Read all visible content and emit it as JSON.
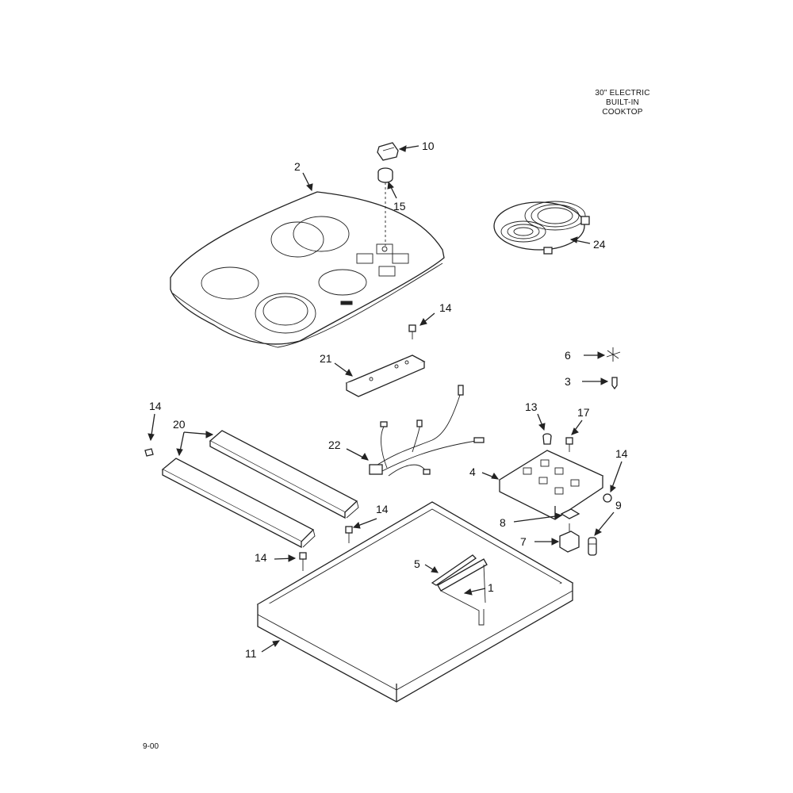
{
  "title": {
    "line1": "30\" ELECTRIC",
    "line2": "BUILT-IN",
    "line3": "COOKTOP"
  },
  "footer": {
    "code": "9-00"
  },
  "callouts": {
    "p10": "10",
    "p2": "2",
    "p15": "15",
    "p24": "24",
    "p14a": "14",
    "p21": "21",
    "p6": "6",
    "p3": "3",
    "p14b": "14",
    "p20": "20",
    "p22": "22",
    "p13": "13",
    "p17": "17",
    "p14c": "14",
    "p4": "4",
    "p14d": "14",
    "p9": "9",
    "p8": "8",
    "p7": "7",
    "p14e": "14",
    "p5": "5",
    "p1": "1",
    "p11": "11"
  }
}
